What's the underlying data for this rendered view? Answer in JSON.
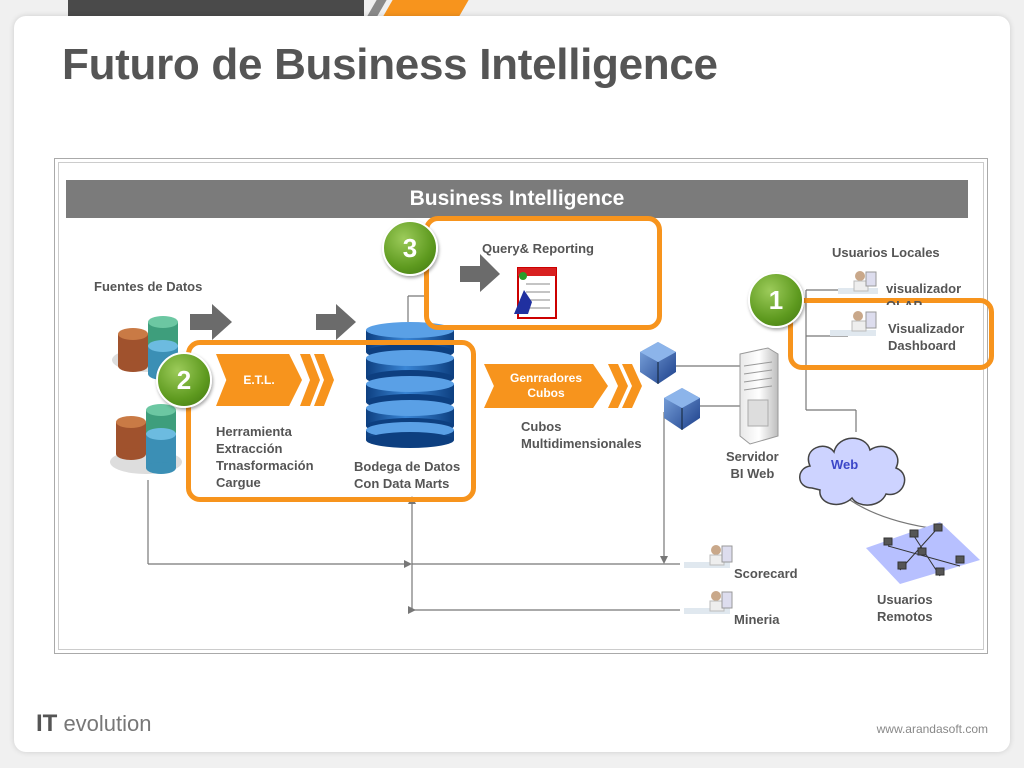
{
  "title": "Futuro de Business Intelligence",
  "header": "Business Intelligence",
  "badges": {
    "one": "1",
    "two": "2",
    "three": "3"
  },
  "labels": {
    "fuentes": "Fuentes de Datos",
    "query": "Query& Reporting",
    "usuarios_locales": "Usuarios Locales",
    "visualizador_olap_1": "visualizador",
    "visualizador_olap_2": "OLAP",
    "visualizador_dash_1": "Visualizador",
    "visualizador_dash_2": "Dashboard",
    "etl": "E.T.L.",
    "herramienta": [
      "Herramienta",
      "Extracción",
      "Trnasformación",
      "Cargue"
    ],
    "bodega": [
      "Bodega de Datos",
      "Con Data Marts"
    ],
    "genrradores": [
      "Genrradores",
      "Cubos"
    ],
    "cubos": [
      "Cubos",
      "Multidimensionales"
    ],
    "servidor": [
      "Servidor",
      "BI Web"
    ],
    "web": "Web",
    "scorecard": "Scorecard",
    "mineria": "Mineria",
    "usuarios_remotos": [
      "Usuarios",
      "Remotos"
    ]
  },
  "footer": {
    "brand_it": "IT",
    "brand_rest": " evolution",
    "url": "www.arandasoft.com"
  },
  "colors": {
    "accent": "#f7941d",
    "badge": "#5e9a1f",
    "header": "#7b7b7b",
    "db_blue": "#1f5fa8"
  }
}
